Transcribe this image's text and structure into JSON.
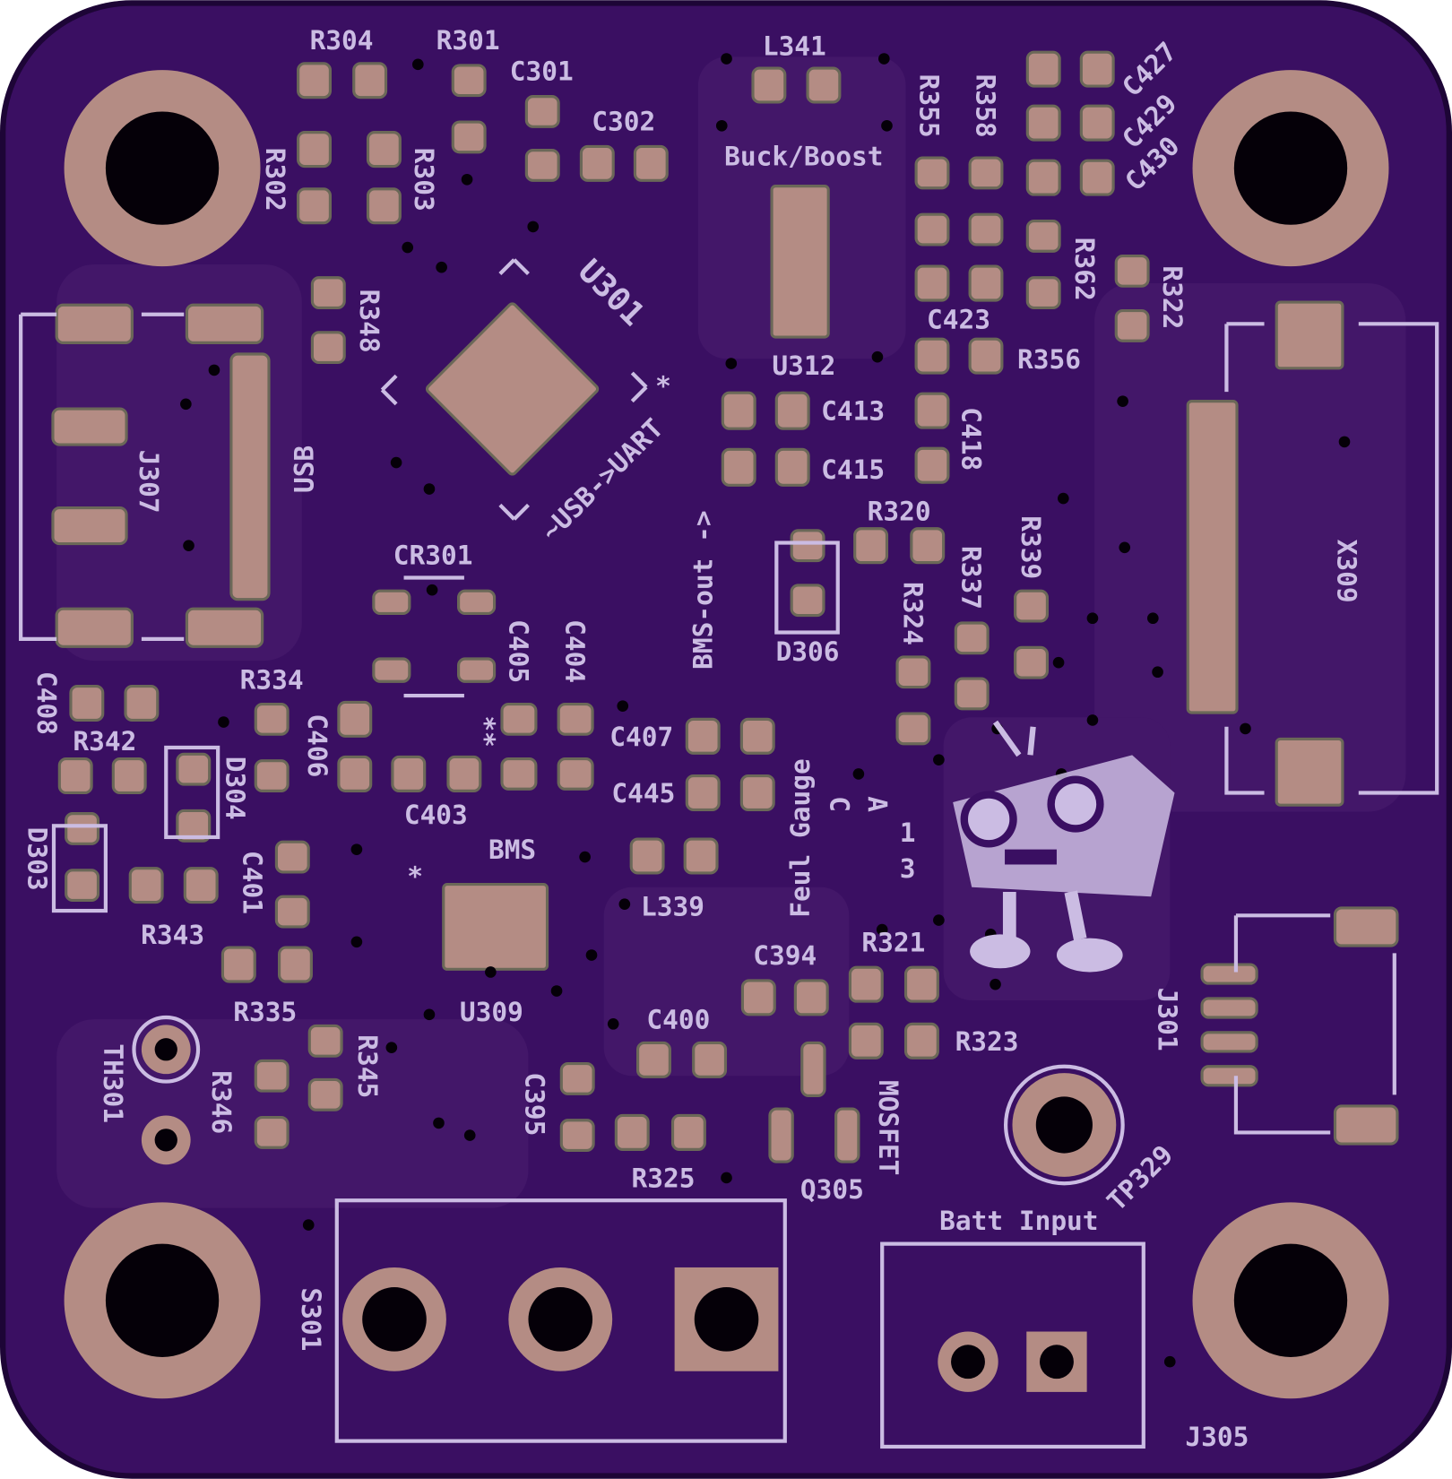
{
  "board": {
    "colors": {
      "substrate": "#3a0f62",
      "edge": "#1d0536",
      "pour": "#431769",
      "pad": "#b48c84",
      "silkscreen": "#cbbce3",
      "hole": "#050008"
    },
    "section_labels": {
      "buck_boost": "Buck/Boost",
      "usb": "USB",
      "usb_uart": "~USB->UART",
      "bms_out": "BMS-out ->",
      "feul_gauge": "Feul Gauge",
      "bms": "BMS",
      "mosfet": "MOSFET",
      "batt_input": "Batt Input",
      "pin_c": "C",
      "pin_a": "A",
      "pin_1": "1",
      "pin_3": "3",
      "star": "*",
      "double_star": "**"
    },
    "designators": {
      "R304": "R304",
      "R301": "R301",
      "C301": "C301",
      "C302": "C302",
      "L341": "L341",
      "R302": "R302",
      "R303": "R303",
      "R355": "R355",
      "R358": "R358",
      "C427": "C427",
      "C429": "C429",
      "C430": "C430",
      "U301": "U301",
      "R348": "R348",
      "U312": "U312",
      "C423": "C423",
      "R356": "R356",
      "R362": "R362",
      "R322": "R322",
      "C413": "C413",
      "C415": "C415",
      "C418": "C418",
      "J307": "J307",
      "R320": "R320",
      "D306": "D306",
      "R324": "R324",
      "R337": "R337",
      "R339": "R339",
      "X309": "X309",
      "CR301": "CR301",
      "C405": "C405",
      "C404": "C404",
      "C408": "C408",
      "R334": "R334",
      "R342": "R342",
      "D304": "D304",
      "C406": "C406",
      "C407": "C407",
      "C445": "C445",
      "C403": "C403",
      "D303": "D303",
      "C401": "C401",
      "R343": "R343",
      "L339": "L339",
      "R335": "R335",
      "U309": "U309",
      "C394": "C394",
      "R321": "R321",
      "R323": "R323",
      "C400": "C400",
      "TH301": "TH301",
      "R346": "R346",
      "R345": "R345",
      "C395": "C395",
      "R325": "R325",
      "Q305": "Q305",
      "J301": "J301",
      "TP329": "TP329",
      "S301": "S301",
      "J305": "J305"
    }
  }
}
